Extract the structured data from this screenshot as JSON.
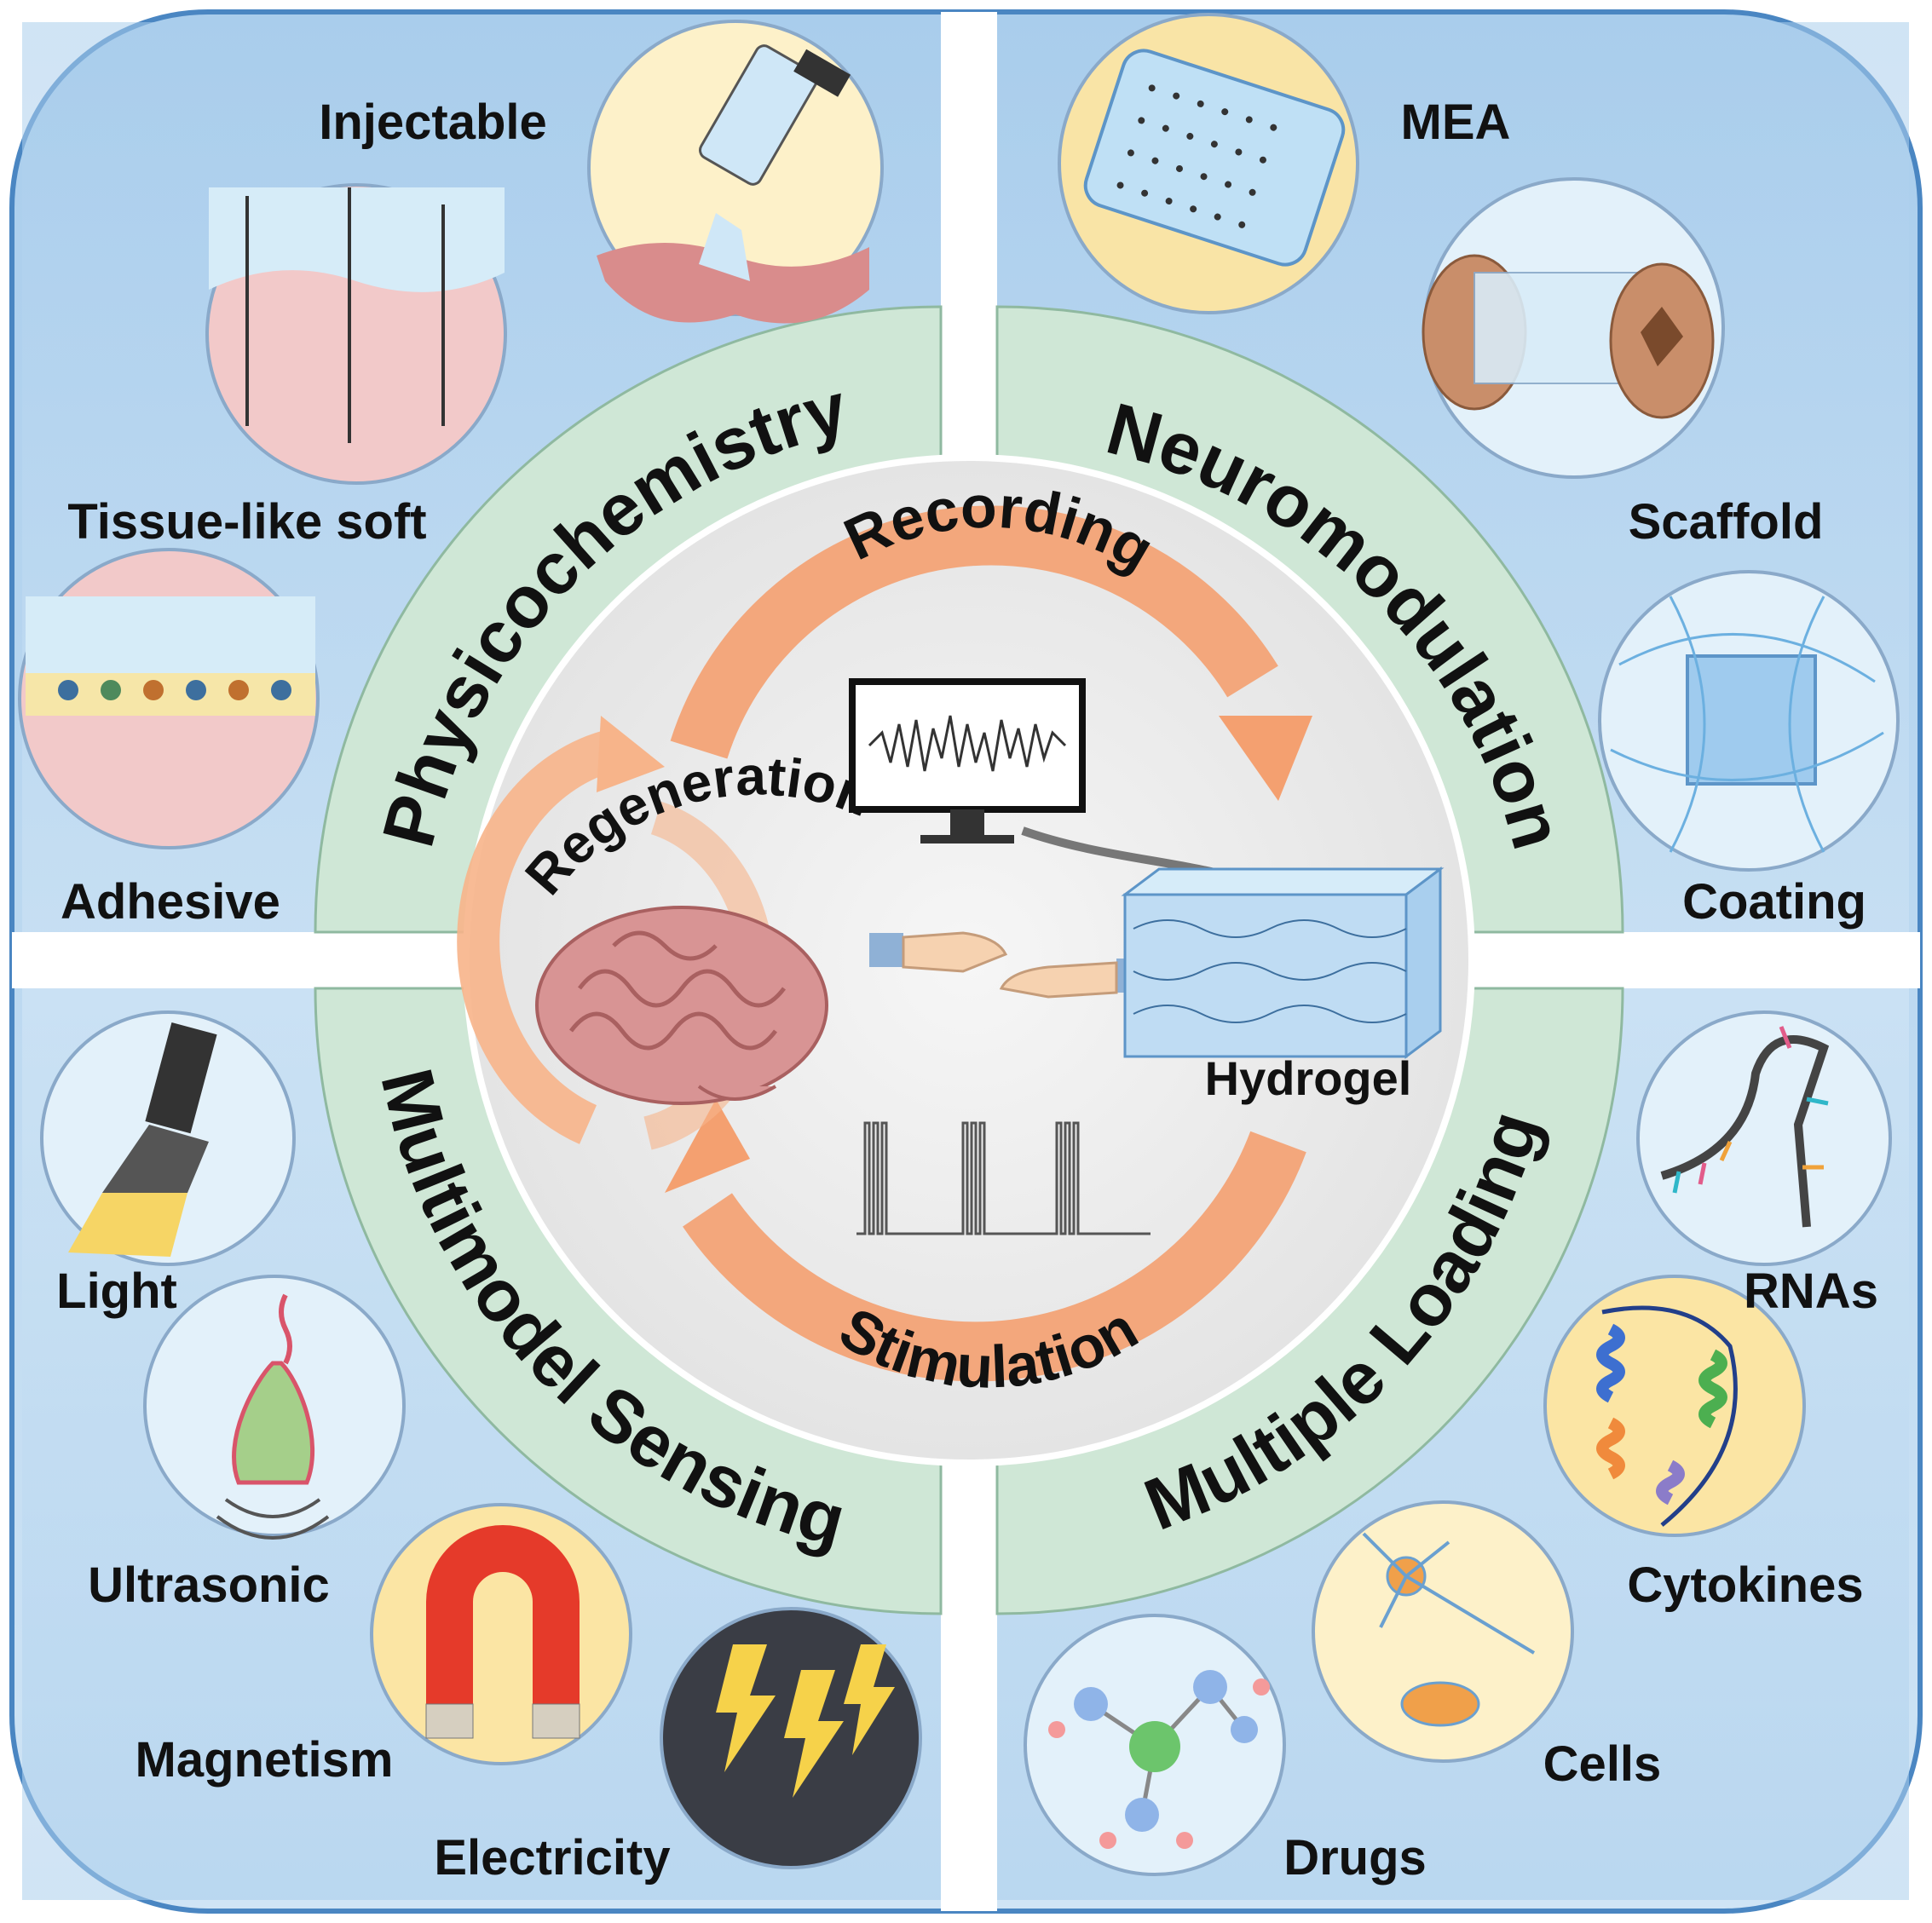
{
  "quadrants": {
    "top_left": {
      "title": "Physicochemistry",
      "items": [
        "Injectable",
        "Tissue-like soft",
        "Adhesive"
      ]
    },
    "top_right": {
      "title": "Neuromodulation",
      "items": [
        "MEA",
        "Scaffold",
        "Coating"
      ]
    },
    "bottom_left": {
      "title": "Multimodel Sensing",
      "items": [
        "Light",
        "Ultrasonic",
        "Magnetism",
        "Electricity"
      ]
    },
    "bottom_right": {
      "title": "Multiple Loading",
      "items": [
        "RNAs",
        "Cytokines",
        "Cells",
        "Drugs"
      ]
    }
  },
  "center": {
    "cycle_top": "Recording",
    "cycle_bottom": "Stimulation",
    "cycle_left": "Regeneration",
    "material": "Hydrogel"
  },
  "colors": {
    "panel_blue": "#b9d8ef",
    "band_green": "#cfe7d6",
    "arrow_orange": "#f5a878",
    "center_gray": "#ececec"
  }
}
